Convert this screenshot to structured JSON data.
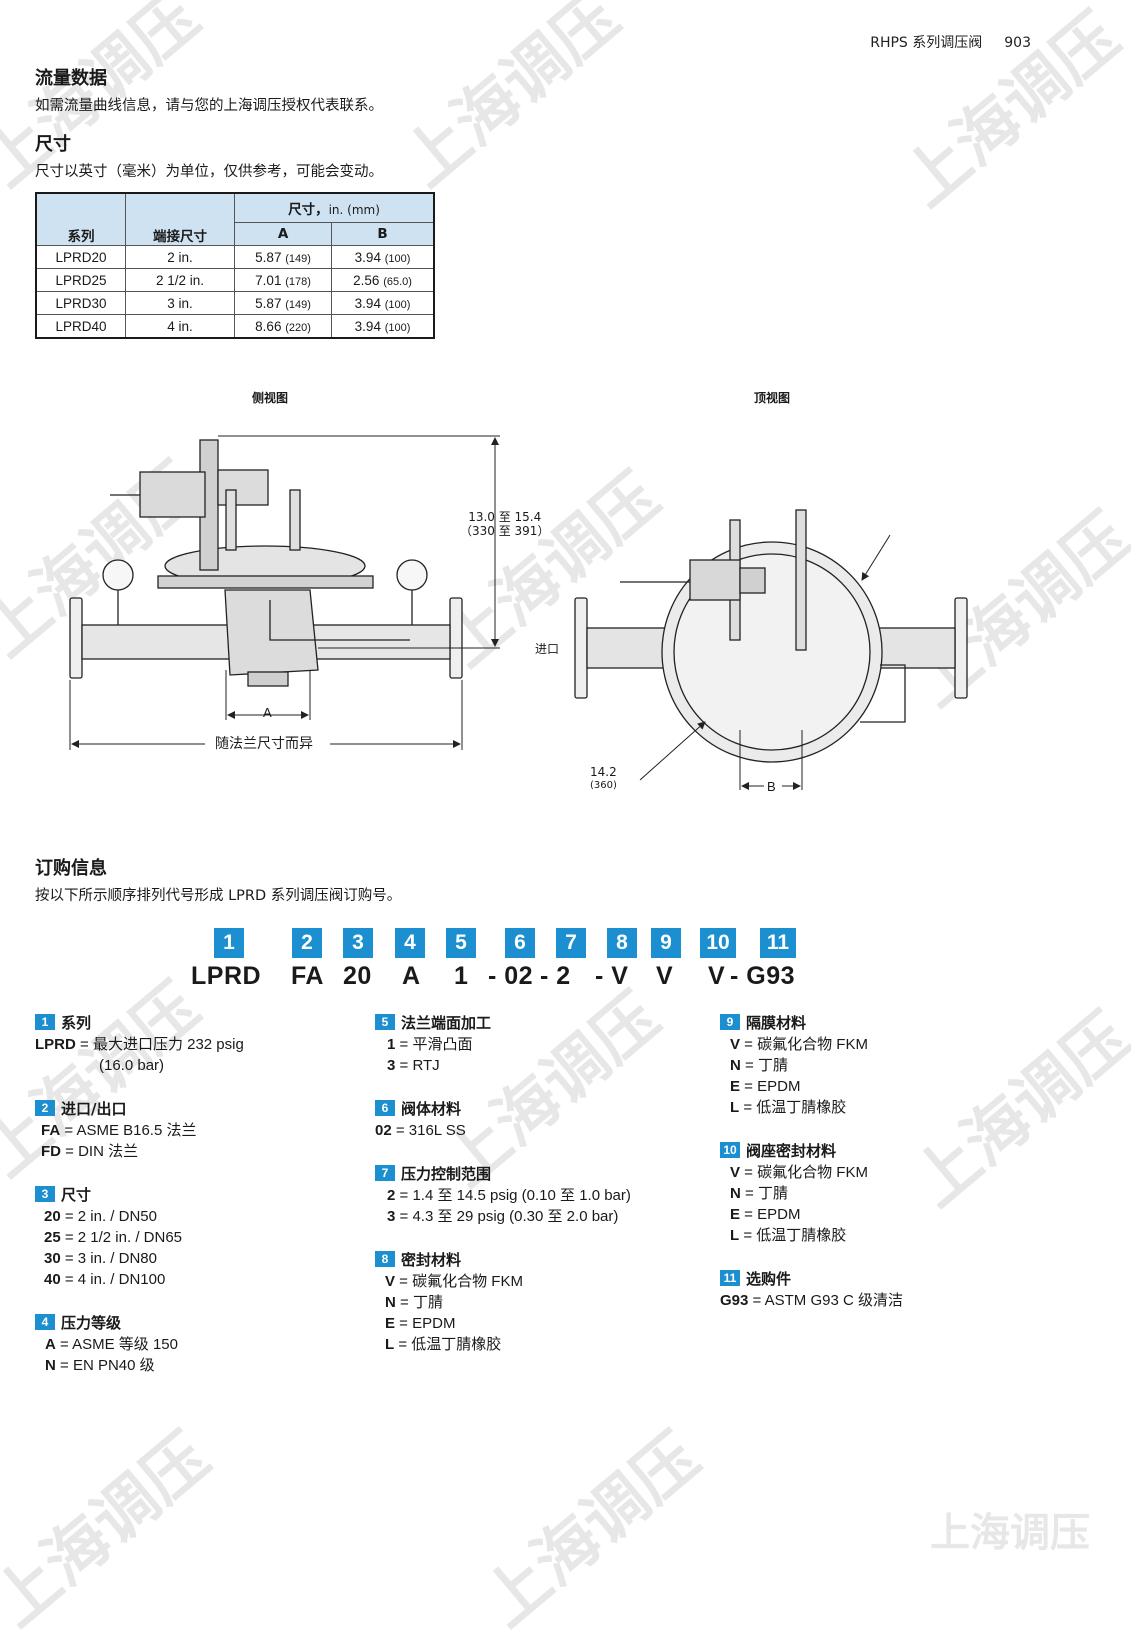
{
  "header": {
    "series": "RHPS 系列调压阀",
    "page": "903"
  },
  "flow": {
    "title": "流量数据",
    "text": "如需流量曲线信息，请与您的上海调压授权代表联系。"
  },
  "dimensions": {
    "title": "尺寸",
    "text": "尺寸以英寸（毫米）为单位，仅供参考，可能会变动。",
    "table": {
      "col_series": "系列",
      "col_end": "端接尺寸",
      "col_dim": "尺寸，",
      "col_dim_unit": "in. (mm)",
      "col_a": "A",
      "col_b": "B",
      "rows": [
        {
          "series": "LPRD20",
          "end": "2 in.",
          "a": "5.87",
          "a_mm": "(149)",
          "b": "3.94",
          "b_mm": "(100)"
        },
        {
          "series": "LPRD25",
          "end": "2 1/2 in.",
          "a": "7.01",
          "a_mm": "(178)",
          "b": "2.56",
          "b_mm": "(65.0)"
        },
        {
          "series": "LPRD30",
          "end": "3 in.",
          "a": "5.87",
          "a_mm": "(149)",
          "b": "3.94",
          "b_mm": "(100)"
        },
        {
          "series": "LPRD40",
          "end": "4 in.",
          "a": "8.66",
          "a_mm": "(220)",
          "b": "3.94",
          "b_mm": "(100)"
        }
      ]
    }
  },
  "drawings": {
    "side_title": "侧视图",
    "top_title": "顶视图",
    "height_in": "13.0 至 15.4",
    "height_mm": "（330 至 391）",
    "dim_a": "A",
    "flange_note": "随法兰尺寸而异",
    "inlet": "进口",
    "dia_in": "14.2",
    "dia_mm": "(360)",
    "dim_b": "B"
  },
  "ordering": {
    "title": "订购信息",
    "text": "按以下所示顺序排列代号形成 LPRD 系列调压阀订购号。",
    "code": {
      "numbers": [
        "1",
        "2",
        "3",
        "4",
        "5",
        "6",
        "7",
        "8",
        "9",
        "10",
        "11"
      ],
      "parts": [
        "LPRD",
        "FA",
        "20",
        "A",
        "1",
        "- 02",
        "- 2",
        "- V",
        "V",
        "V",
        "- G93"
      ]
    },
    "groups": {
      "g1": {
        "num": "1",
        "title": "系列",
        "opts": [
          {
            "k": "LPRD",
            "v": " = 最大进口压力 232 psig"
          }
        ],
        "cont": "(16.0 bar)"
      },
      "g2": {
        "num": "2",
        "title": "进口/出口",
        "opts": [
          {
            "k": "FA",
            "v": " = ASME B16.5 法兰"
          },
          {
            "k": "FD",
            "v": " = DIN 法兰"
          }
        ]
      },
      "g3": {
        "num": "3",
        "title": "尺寸",
        "opts": [
          {
            "k": "20",
            "v": " = 2 in. / DN50"
          },
          {
            "k": "25",
            "v": " = 2 1/2 in. / DN65"
          },
          {
            "k": "30",
            "v": " = 3 in. / DN80"
          },
          {
            "k": "40",
            "v": " = 4 in. / DN100"
          }
        ]
      },
      "g4": {
        "num": "4",
        "title": "压力等级",
        "opts": [
          {
            "k": "A",
            "v": " = ASME 等级 150"
          },
          {
            "k": "N",
            "v": " = EN PN40 级"
          }
        ]
      },
      "g5": {
        "num": "5",
        "title": "法兰端面加工",
        "opts": [
          {
            "k": "1",
            "v": " = 平滑凸面"
          },
          {
            "k": "3",
            "v": " = RTJ"
          }
        ]
      },
      "g6": {
        "num": "6",
        "title": "阀体材料",
        "opts": [
          {
            "k": "02",
            "v": " = 316L SS"
          }
        ]
      },
      "g7": {
        "num": "7",
        "title": "压力控制范围",
        "opts": [
          {
            "k": "2",
            "v": " = 1.4 至 14.5 psig  (0.10 至 1.0 bar)"
          },
          {
            "k": "3",
            "v": " = 4.3 至 29 psig  (0.30 至 2.0 bar)"
          }
        ]
      },
      "g8": {
        "num": "8",
        "title": "密封材料",
        "opts": [
          {
            "k": "V",
            "v": " = 碳氟化合物 FKM"
          },
          {
            "k": "N",
            "v": " = 丁腈"
          },
          {
            "k": "E",
            "v": " = EPDM"
          },
          {
            "k": "L",
            "v": " = 低温丁腈橡胶"
          }
        ]
      },
      "g9": {
        "num": "9",
        "title": "隔膜材料",
        "opts": [
          {
            "k": "V",
            "v": " = 碳氟化合物 FKM"
          },
          {
            "k": "N",
            "v": " = 丁腈"
          },
          {
            "k": "E",
            "v": " = EPDM"
          },
          {
            "k": "L",
            "v": " = 低温丁腈橡胶"
          }
        ]
      },
      "g10": {
        "num": "10",
        "title": "阀座密封材料",
        "opts": [
          {
            "k": "V",
            "v": " = 碳氟化合物 FKM"
          },
          {
            "k": "N",
            "v": " = 丁腈"
          },
          {
            "k": "E",
            "v": " = EPDM"
          },
          {
            "k": "L",
            "v": " = 低温丁腈橡胶"
          }
        ]
      },
      "g11": {
        "num": "11",
        "title": "选购件",
        "opts": [
          {
            "k": "G93",
            "v": " = ASTM G93 C 级清洁"
          }
        ]
      }
    }
  },
  "watermark": "上海调压"
}
